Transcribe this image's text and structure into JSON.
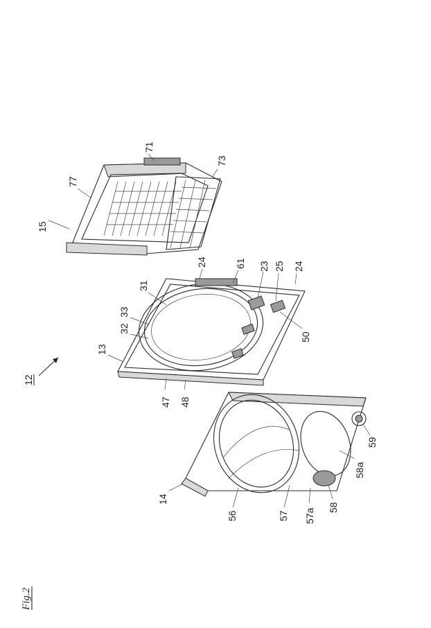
{
  "figure": {
    "label": "Fig.2",
    "assembly_ref": "12"
  },
  "reference_numerals": {
    "back_unit": [
      "15",
      "77",
      "71",
      "73"
    ],
    "middle_frame": [
      "13",
      "31",
      "32",
      "33",
      "24",
      "61",
      "23",
      "25",
      "24",
      "47",
      "48",
      "50"
    ],
    "front_door": [
      "14",
      "56",
      "57",
      "57a",
      "58",
      "58a",
      "59"
    ]
  },
  "colors": {
    "ink": "#222222",
    "paper": "#ffffff",
    "shade": "#d9d9d9"
  }
}
